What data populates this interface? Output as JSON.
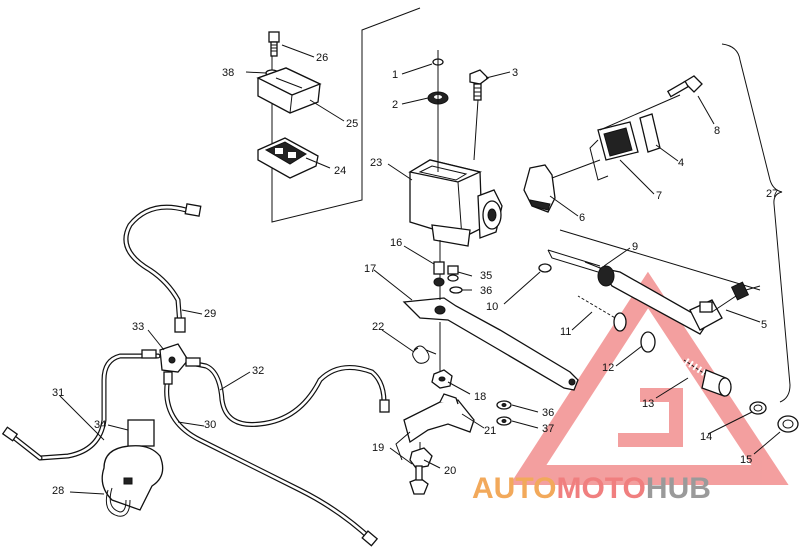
{
  "callouts": [
    "1",
    "2",
    "3",
    "4",
    "5",
    "6",
    "7",
    "8",
    "9",
    "10",
    "11",
    "12",
    "13",
    "14",
    "15",
    "16",
    "17",
    "18",
    "19",
    "20",
    "21",
    "22",
    "23",
    "24",
    "25",
    "26",
    "27",
    "28",
    "29",
    "30",
    "31",
    "32",
    "33",
    "34",
    "35",
    "36",
    "36",
    "37",
    "38"
  ],
  "watermark": {
    "part1": "AUTO",
    "part2": "MOTO",
    "part3": "HUB",
    "colors": {
      "auto": "#f2a95b",
      "moto": "#f07f7f",
      "hub": "#9a9a9a",
      "logo": "#f07f7f"
    }
  }
}
